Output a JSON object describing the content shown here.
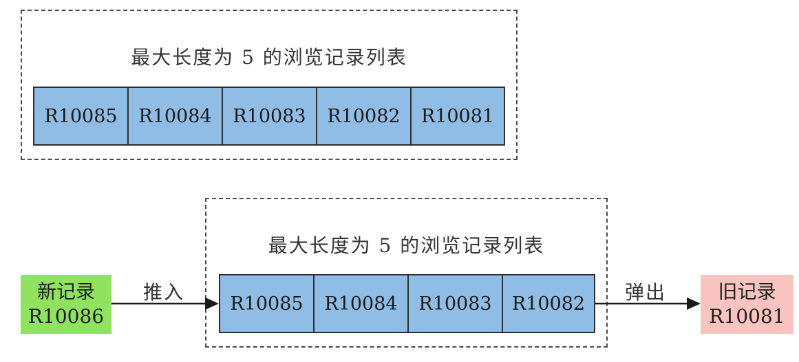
{
  "top_group": {
    "title": "最大长度为 5 的浏览记录列表",
    "cells": [
      "R10085",
      "R10084",
      "R10083",
      "R10082",
      "R10081"
    ]
  },
  "bottom_group": {
    "title": "最大长度为 5 的浏览记录列表",
    "cells": [
      "R10085",
      "R10084",
      "R10083",
      "R10082"
    ]
  },
  "new_record": {
    "line1": "新记录",
    "line2": "R10086"
  },
  "old_record": {
    "line1": "旧记录",
    "line2": "R10081"
  },
  "push_label": "推入",
  "pop_label": "弹出",
  "colors": {
    "cell_fill": "#8fbde6",
    "new_fill": "#8fe35f",
    "old_fill": "#f9c4c0",
    "stroke": "#2e2e2e"
  }
}
